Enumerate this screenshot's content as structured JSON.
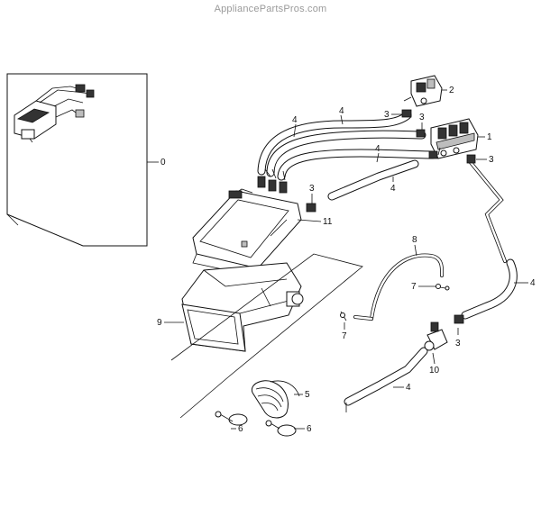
{
  "watermark": "AppliancePartsPros.com",
  "callouts": {
    "c0": "0",
    "c1": "1",
    "c2": "2",
    "c3a": "3",
    "c3b": "3",
    "c3c": "3",
    "c3d": "3",
    "c3e": "3",
    "c4a": "4",
    "c4b": "4",
    "c4c": "4",
    "c4d": "4",
    "c4e": "4",
    "c4f": "4",
    "c5": "5",
    "c6a": "6",
    "c6b": "6",
    "c7a": "7",
    "c7b": "7",
    "c8": "8",
    "c9": "9",
    "c10": "10",
    "c11": "11"
  }
}
